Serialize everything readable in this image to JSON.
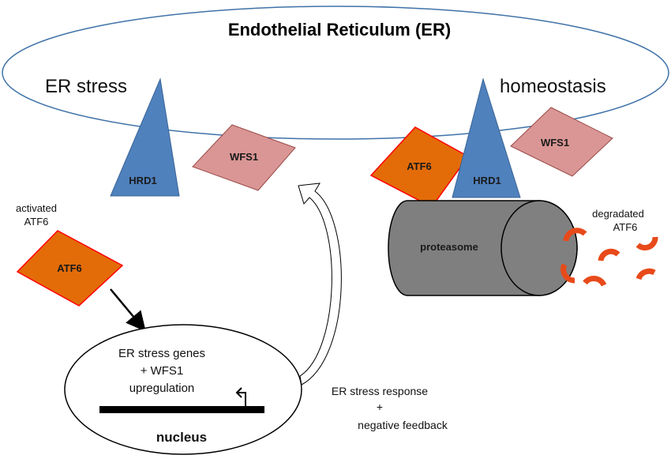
{
  "title": "Endothelial Reticulum (ER)",
  "left_state": "ER stress",
  "right_state": "homeostasis",
  "labels": {
    "hrd1_left": "HRD1",
    "wfs1_left": "WFS1",
    "atf6_right": "ATF6",
    "hrd1_right": "HRD1",
    "wfs1_right": "WFS1",
    "proteasome": "proteasome",
    "degraded_line1": "degradated",
    "degraded_line2": "ATF6",
    "activated_line1": "activated",
    "activated_line2": "ATF6",
    "atf6_activated": "ATF6"
  },
  "nucleus": {
    "line1": "ER stress genes",
    "line2": "+ WFS1",
    "line3": "upregulation",
    "title": "nucleus"
  },
  "response": {
    "line1": "ER  stress response",
    "line2": "+",
    "line3": "negative feedback"
  },
  "colors": {
    "er_outline": "#3f72a8",
    "hrd1_fill": "#4f81bd",
    "hrd1_stroke": "#3a6596",
    "wfs1_fill": "#d99694",
    "wfs1_stroke": "#9a4a48",
    "atf6_fill": "#e36c09",
    "atf6_stroke": "#ff0000",
    "proteasome_fill": "#7f7f7f",
    "fragment_color": "#e84a1a"
  }
}
